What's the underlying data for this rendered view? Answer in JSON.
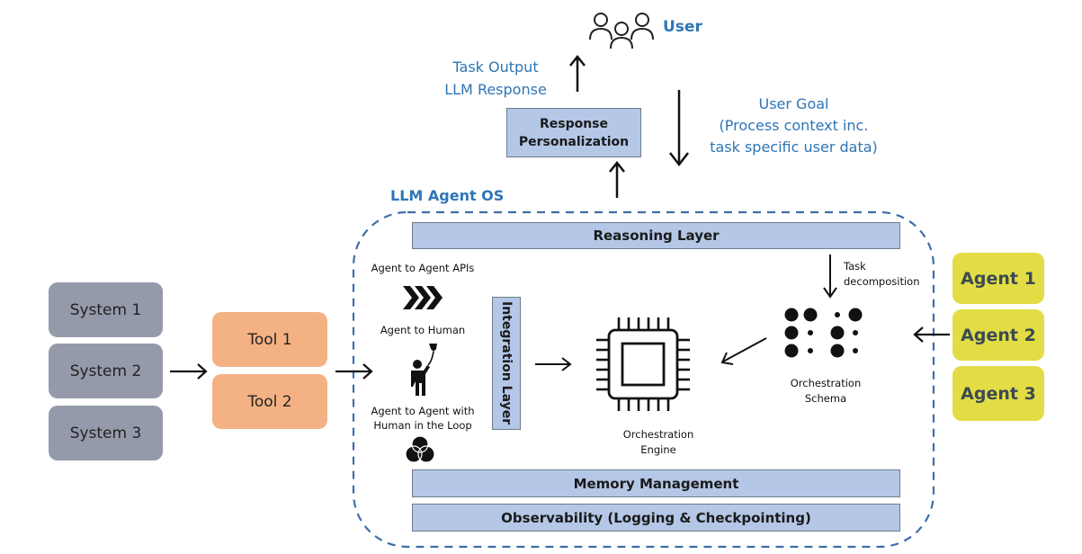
{
  "user": {
    "label": "User",
    "icon": "users-group-icon"
  },
  "task_output": {
    "line1": "Task Output",
    "line2": "LLM Response"
  },
  "user_goal": {
    "line1": "User Goal",
    "line2": "(Process context inc.",
    "line3": "task specific user data)"
  },
  "response_personalization": {
    "line1": "Response",
    "line2": "Personalization"
  },
  "os": {
    "title": "LLM Agent OS",
    "reasoning_layer": "Reasoning Layer",
    "integration_layer": "Integration Layer",
    "memory_management": "Memory Management",
    "observability": "Observability (Logging & Checkpointing)",
    "task_decomposition": {
      "line1": "Task",
      "line2": "decomposition"
    },
    "orchestration_engine": {
      "line1": "Orchestration",
      "line2": "Engine"
    },
    "orchestration_schema": {
      "line1": "Orchestration",
      "line2": "Schema"
    },
    "interactions": {
      "a2a": "Agent to Agent APIs",
      "a2h": "Agent to Human",
      "hitl_line1": "Agent to Agent with",
      "hitl_line2": "Human in the Loop"
    }
  },
  "systems": [
    "System 1",
    "System 2",
    "System 3"
  ],
  "tools": [
    "Tool 1",
    "Tool 2"
  ],
  "agents": [
    "Agent 1",
    "Agent 2",
    "Agent 3"
  ],
  "colors": {
    "accent_blue": "#2e75b6",
    "layer_fill": "#b4c7e7",
    "system_fill": "#959aab",
    "tool_fill": "#f4b183",
    "agent_fill": "#e2dd45"
  }
}
